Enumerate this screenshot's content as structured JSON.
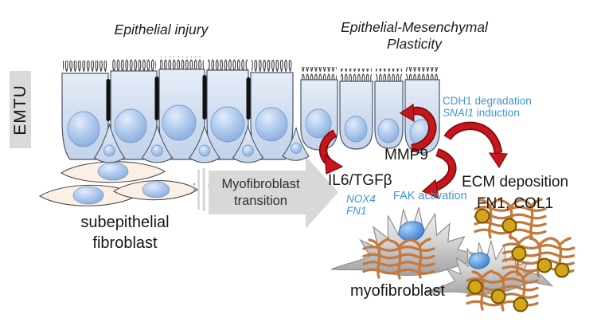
{
  "titles": {
    "emtu": "EMTU",
    "left": "Epithelial injury",
    "right_line1": "Epithelial-Mesenchymal",
    "right_line2": "Plasticity"
  },
  "labels": {
    "fibroblast_line1": "subepithelial",
    "fibroblast_line2": "fibroblast",
    "transition_line1": "Myofibroblast",
    "transition_line2": "transition",
    "mmp9": "MMP9",
    "il6": "IL6/TGFβ",
    "nox4": "NOX4",
    "fn1": "FN1",
    "fak": "FAK activation",
    "cdh1": "CDH1 degradation",
    "snai1_gene": "SNAI1",
    "snai1_rest": " induction",
    "ecm_line1": "ECM deposition",
    "ecm_line2": "FN1, COL1",
    "myofibroblast": "myofibroblast"
  },
  "colors": {
    "blue_text": "#3d96d2",
    "red_arrow": "#c5171c",
    "cell_fill": "#cfdcef",
    "nucleus_blue": "#a9c6ec",
    "myofibroblast_nucleus": "#4e8fd6",
    "fibroblast_fill": "#fcefe5",
    "ecm_orange": "#c6793c",
    "matrix_gold": "#d5a51b",
    "gray_panel": "#d9d9d9",
    "myofibroblast_gray": "#c9c9c9"
  }
}
